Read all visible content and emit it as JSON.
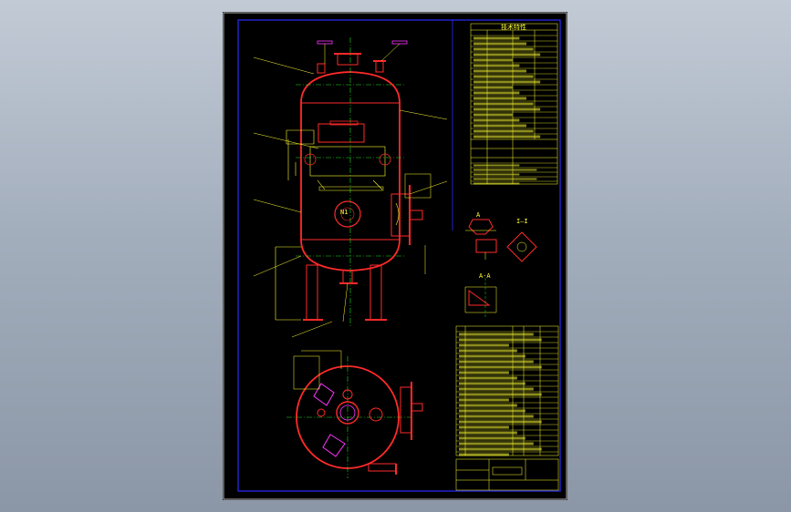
{
  "drawing": {
    "background": "#000000",
    "frame_color": "#2b2bff",
    "vessel_color": "#ff2a2a",
    "linework_color": "#ffff33",
    "centerline_color": "#22dd22",
    "highlight_color": "#ff33ff",
    "text_color": "#ffff33"
  },
  "labels": {
    "manway_mark": "N1",
    "tech_table_header": "技术特性",
    "detail_a": "A",
    "detail_b": "I—I",
    "section_view": "A-A"
  }
}
